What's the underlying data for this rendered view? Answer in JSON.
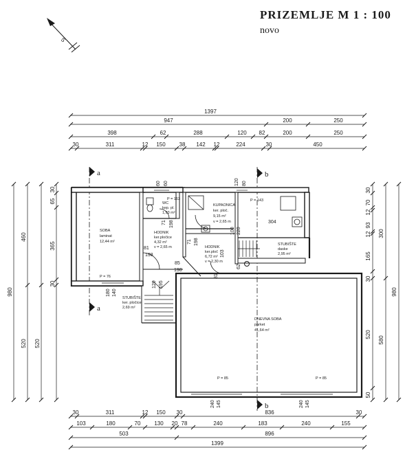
{
  "header": {
    "title": "PRIZEMLJE  M 1 : 100",
    "subtitle": "novo"
  },
  "north": {
    "label": "S"
  },
  "sections": {
    "a": "a",
    "b": "b"
  },
  "dims_top": {
    "row1": [
      "1397"
    ],
    "row2": [
      "947",
      "200",
      "250"
    ],
    "row3": [
      "398",
      "62",
      "288",
      "120",
      "82",
      "200",
      "250"
    ],
    "row4": [
      "30",
      "311",
      "12",
      "150",
      "38",
      "142",
      "12",
      "224",
      "30",
      "450"
    ]
  },
  "dims_bottom": {
    "row1": [
      "30",
      "311",
      "12",
      "150",
      "30",
      "836",
      "30"
    ],
    "row2": [
      "103",
      "180",
      "70",
      "130",
      "20",
      "78",
      "240",
      "183",
      "240",
      "155"
    ],
    "row3": [
      "503",
      "896"
    ],
    "row4": [
      "1399"
    ]
  },
  "dims_left": {
    "outer": "980",
    "mid": [
      "460",
      "520"
    ],
    "inner": [
      "30",
      "65",
      "365",
      "30",
      "520"
    ]
  },
  "dims_right": {
    "outer": "980",
    "mid": [
      "300",
      "580"
    ],
    "inner": [
      "30",
      "70",
      "12",
      "93",
      "12",
      "165",
      "30",
      "520",
      "50"
    ]
  },
  "inner_dims": {
    "d60a": "60",
    "d60b": "60",
    "d120": "120",
    "d80": "80",
    "d304": "304",
    "d71a": "71",
    "d198a": "198",
    "d198b": "198",
    "d198c": "198",
    "d81": "81",
    "d85": "85",
    "d71b": "71",
    "d100": "100",
    "d220": "220",
    "d103": "103",
    "d81b": "81",
    "d62": "62",
    "d180": "180",
    "d140": "140",
    "d120b": "120",
    "d195": "195",
    "d240a": "240",
    "d145a": "145",
    "d240b": "240",
    "d145b": "145"
  },
  "rooms": [
    {
      "id": "soba",
      "name": "SOBA",
      "floor": "laminat",
      "area": "12,44 m²"
    },
    {
      "id": "wc",
      "name": "WC",
      "floor": "kер. pl.",
      "area": "1,93 m²",
      "extra": "P = 163"
    },
    {
      "id": "hodnik1",
      "name": "HODNIK",
      "floor": "ker.pločice",
      "area": "4,32 m²",
      "height": "v = 2,65 m"
    },
    {
      "id": "kupaonica",
      "name": "KUPAONICA",
      "floor": "ker. ploč.",
      "area": "9,15 m²",
      "height": "v = 2,65 m",
      "extra": "P = 143"
    },
    {
      "id": "hodnik2",
      "name": "HODNIK",
      "floor": "ker.ploč",
      "area": "6,72 m²",
      "height": "v = 2,30 m"
    },
    {
      "id": "stubiste1",
      "name": "STUBIŠTE",
      "floor": "daske",
      "area": "2,95 m²"
    },
    {
      "id": "stubiste2",
      "name": "STUBIŠTE",
      "floor": "ker. pločice",
      "area": "2,69 m²"
    },
    {
      "id": "dnevna",
      "name": "DNEVNA SOBA",
      "floor": "parket",
      "area": "41,64 m²"
    }
  ],
  "sills": {
    "soba": "P = 76",
    "dnevna_left": "P = 85",
    "dnevna_right": "P = 85"
  },
  "colors": {
    "wall": "#1a1a1a",
    "paper": "#ffffff"
  }
}
